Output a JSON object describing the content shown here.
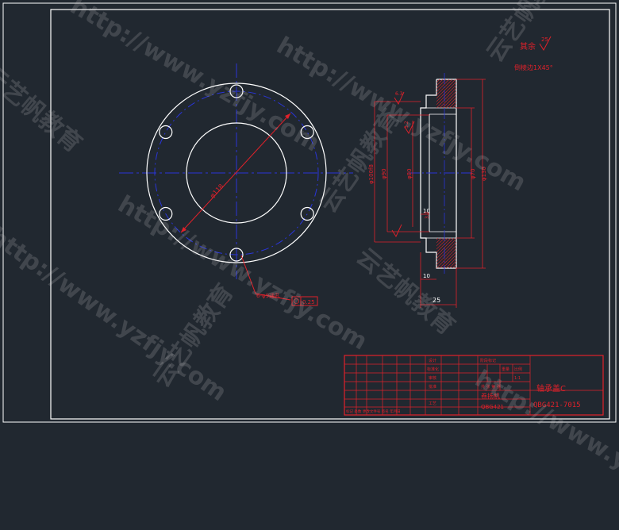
{
  "drawing": {
    "title": "轴承盖C",
    "drawing_number": "QBG421-7015",
    "product_name": "卷扬机",
    "product_code": "QBG421",
    "scale": "1:1",
    "sheet_info": "共 张 第 张"
  },
  "title_block_labels": {
    "design": "设计",
    "standardization": "标准化",
    "check": "审核",
    "approve": "批准",
    "process": "工艺",
    "stage_mark": "阶段标记",
    "weight": "重量",
    "ratio": "比例",
    "revision_row": "标记 处数 更改文件号 签名 年月日"
  },
  "front_view": {
    "bolt_circle_dim": "φ118",
    "hole_note": "6-φ9通孔",
    "position_tolerance": "0.25"
  },
  "section_view": {
    "dims_vertical": [
      "φ100f8",
      "φ90",
      "φ80",
      "φ70",
      "φ130"
    ],
    "dims_horizontal": [
      "10",
      "10",
      "25"
    ],
    "roughness_value": "6.3",
    "roughness_inner": "3.2",
    "roughness_face": "3.2"
  },
  "notes": {
    "rest_roughness_prefix": "其余",
    "rest_roughness_value": "25",
    "chamfer_note": "倒棱边1X45°"
  },
  "watermark": {
    "url": "http://www.yzfjy.com",
    "brand": "云艺帆教育"
  },
  "colors": {
    "background": "#212830",
    "frame": "#ffffff",
    "dimension": "#e0212a",
    "centerline": "#2a35d8",
    "hatch": "#e0212a"
  }
}
